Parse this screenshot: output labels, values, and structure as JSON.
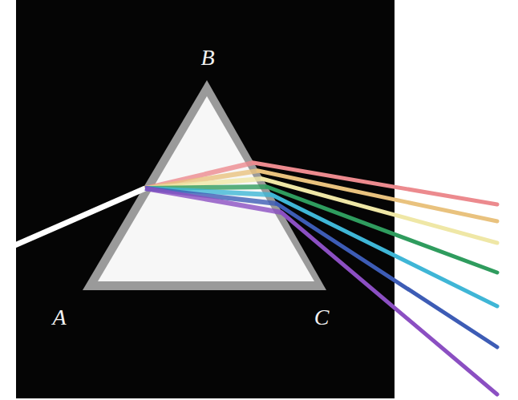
{
  "diagram": {
    "labels": [
      "B",
      "A",
      "C"
    ]
  }
}
